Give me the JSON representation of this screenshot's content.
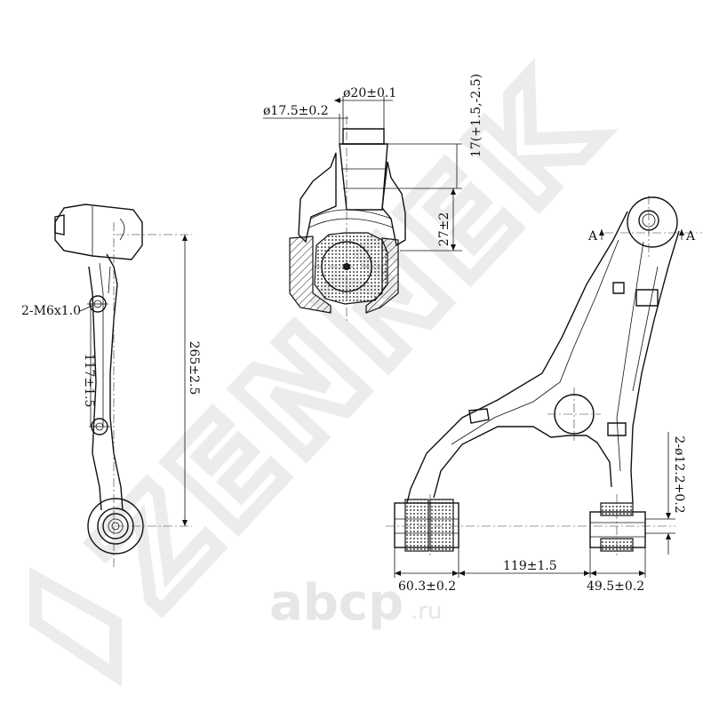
{
  "watermark": {
    "brand": "ZENNEK",
    "site_logo": "abcp",
    "site_tld": ".ru",
    "logo_color": "#e9e9e9"
  },
  "side_view": {
    "thread_callout": "2-M6x1.0",
    "length_dim": "265±2.5",
    "hole_spacing_dim": "117±1.5"
  },
  "ball_joint": {
    "dia_outer": "ø17.5±0.2",
    "dia_top": "ø20±0.1",
    "taper_height": "17(+1.5,-2.5)",
    "boot_height": "27±2"
  },
  "top_view": {
    "section_left": "A",
    "section_right": "A",
    "bushing_left_width": "60.3±0.2",
    "bushing_spacing": "119±1.5",
    "bushing_right_width": "49.5±0.2",
    "bushing_bore": "2-ø12.2+0.2"
  }
}
